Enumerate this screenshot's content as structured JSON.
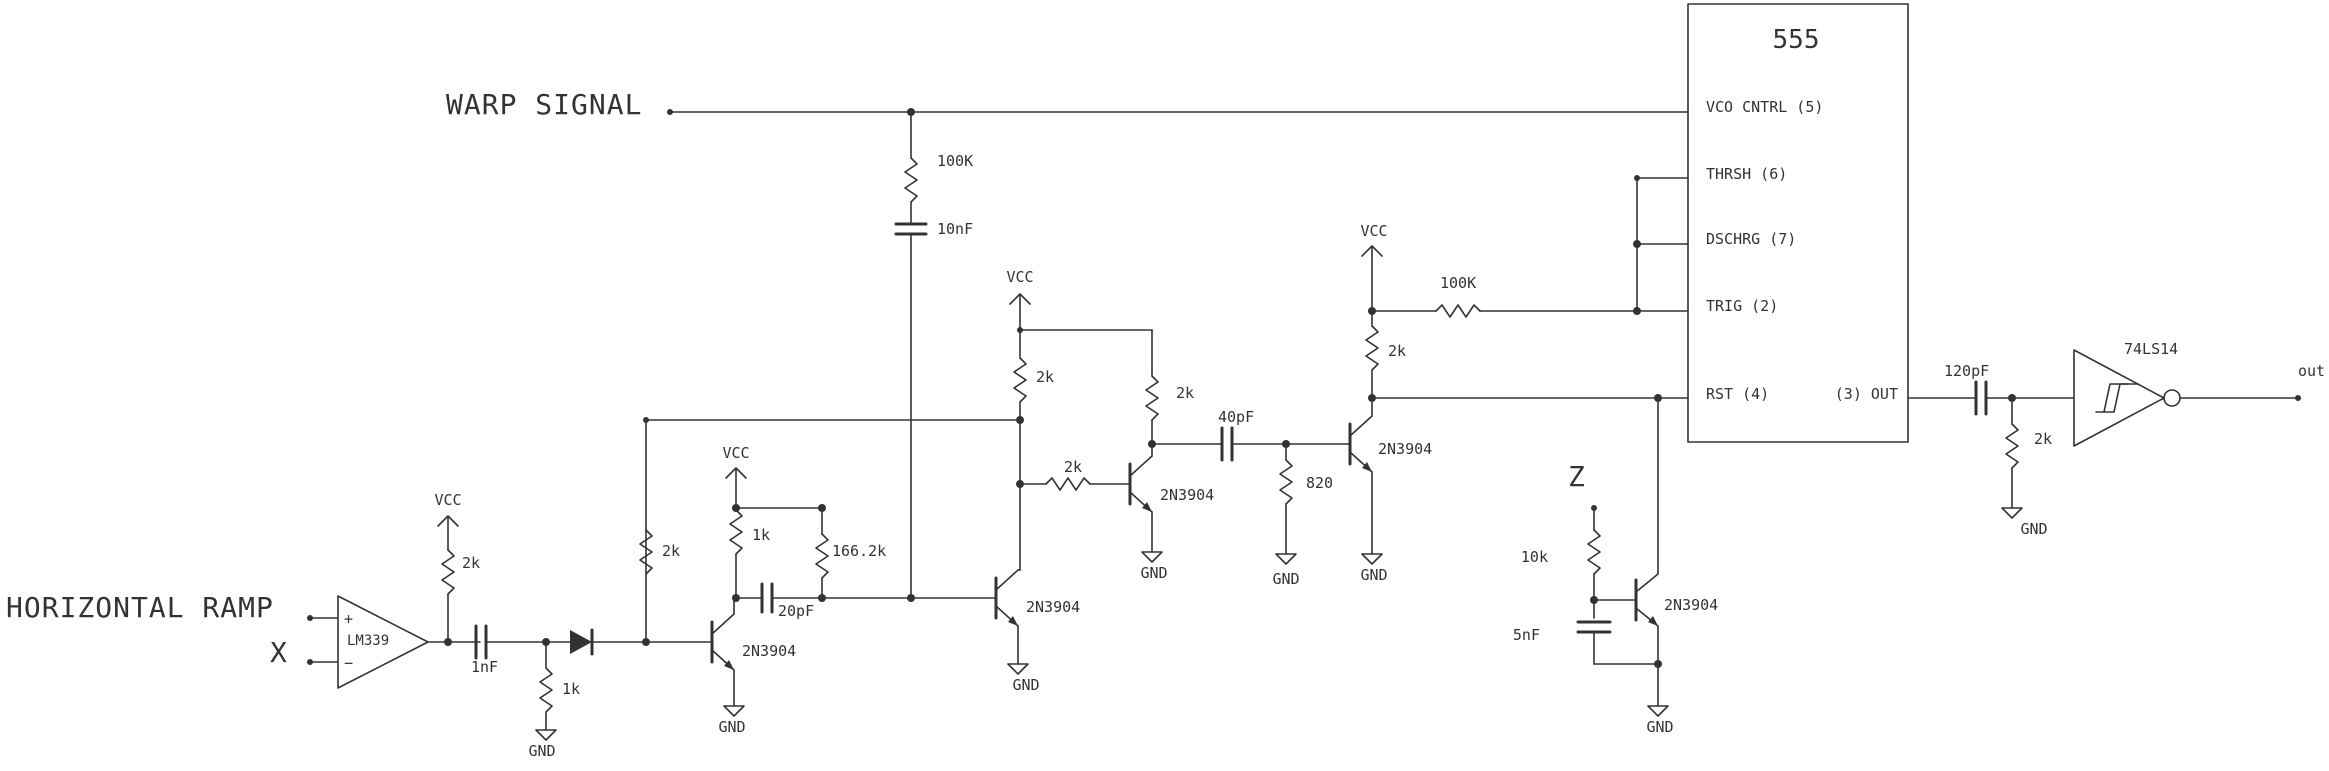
{
  "signals": {
    "warp": "WARP SIGNAL",
    "ramp": "HORIZONTAL RAMP",
    "x": "X",
    "z": "Z",
    "out": "out"
  },
  "ic555": {
    "title": "555",
    "pins": {
      "vco": "VCO CNTRL (5)",
      "thrsh": "THRSH (6)",
      "dschrg": "DSCHRG (7)",
      "trig": "TRIG (2)",
      "rst": "RST (4)",
      "out": "(3) OUT"
    }
  },
  "comparator": {
    "label": "LM339",
    "plus": "+",
    "minus": "−"
  },
  "inverter": {
    "label": "74LS14"
  },
  "labels": {
    "vcc": "VCC",
    "gnd": "GND",
    "transistor": "2N3904",
    "r_100k": "100K",
    "c_10nf": "10nF",
    "r_2k": "2k",
    "r_1k": "1k",
    "c_1nf": "1nF",
    "c_20pf": "20pF",
    "r_166k": "166.2k",
    "c_40pf": "40pF",
    "r_820": "820",
    "r_100k_trig": "100K",
    "r_10k": "10k",
    "c_5nf": "5nF",
    "c_120pf": "120pF"
  }
}
